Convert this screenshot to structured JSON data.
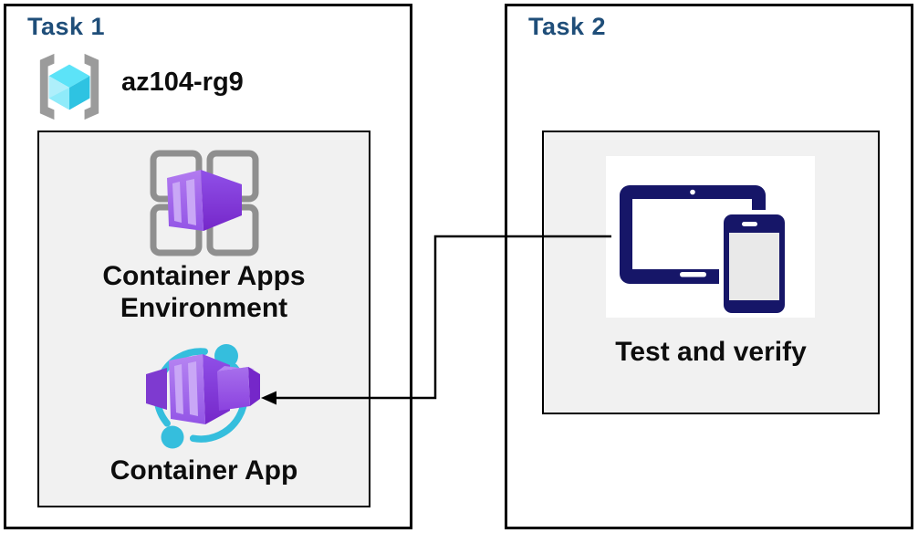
{
  "task1": {
    "title": "Task 1",
    "resource_group": {
      "icon": "resource-group-icon",
      "name": "az104-rg9"
    },
    "environment": {
      "icon": "container-apps-environment-icon",
      "label_line1": "Container Apps",
      "label_line2": "Environment"
    },
    "container_app": {
      "icon": "container-app-icon",
      "label": "Container App"
    }
  },
  "task2": {
    "title": "Task 2",
    "test_and_verify": {
      "icon": "devices-icon",
      "label": "Test and verify"
    }
  },
  "connector": {
    "type": "elbow-arrow",
    "from": "devices-icon",
    "to": "container-app-icon",
    "color": "#000000"
  },
  "colors": {
    "title_blue": "#1F4E79",
    "panel_border": "#000000",
    "group_box_fill": "#F1F1F1",
    "purple_light": "#B27BF0",
    "purple_mid": "#9355E6",
    "purple_dark": "#7527C9",
    "cyan_ring": "#35BEDD",
    "cube_top": "#5CE3F8",
    "cube_left": "#AEEFFB",
    "cube_right": "#2EC3E2",
    "bracket_gray": "#9B9B9B",
    "grid_gray": "#8F8F8F",
    "device_navy": "#161668",
    "device_screen_gray": "#E9E9E9"
  }
}
